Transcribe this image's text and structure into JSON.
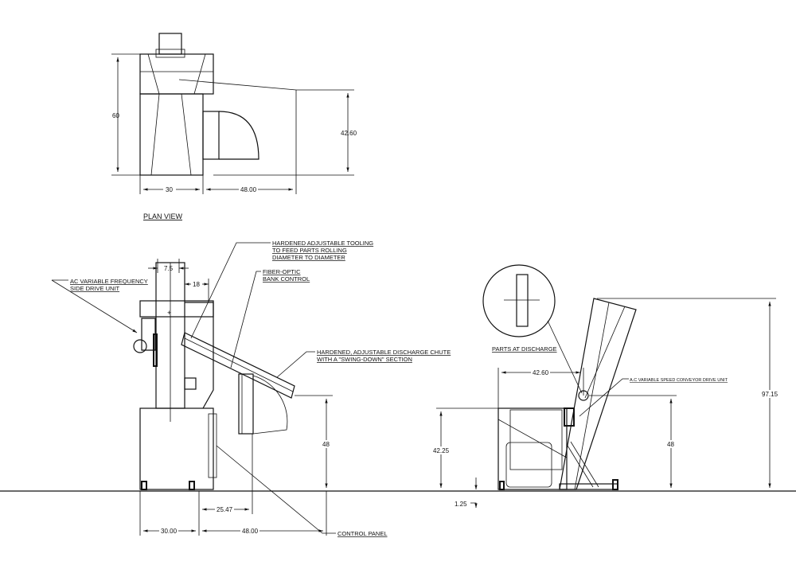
{
  "plan_view": {
    "title": "PLAN VIEW",
    "dims": {
      "height": "60",
      "offset": "42.60",
      "width_left": "30",
      "width_right": "48.00"
    }
  },
  "side_view": {
    "dims": {
      "top_width": "7.5",
      "hopper": "18",
      "discharge_height": "48",
      "chute_reach": "25.47",
      "base_width": "30.00",
      "overall_reach": "48.00"
    },
    "labels": {
      "drive_1": "AC VARIABLE FREQUENCY",
      "drive_2": "SIDE DRIVE UNIT",
      "tooling_1": "HARDENED ADJUSTABLE TOOLING",
      "tooling_2": "TO FEED PARTS ROLLING",
      "tooling_3": "DIAMETER TO DIAMETER",
      "fiber_1": "FIBER-OPTIC",
      "fiber_2": "BANK CONTROL",
      "chute_1": "HARDENED, ADJUSTABLE DISCHARGE CHUTE",
      "chute_2": "WITH A \"SWING-DOWN\" SECTION",
      "control_panel": "CONTROL PANEL"
    }
  },
  "end_view": {
    "dims": {
      "reach": "42.60",
      "base_height": "42.25",
      "discharge_height": "48",
      "overall_height": "97.15",
      "foot": "1.25"
    },
    "labels": {
      "parts": "PARTS AT DISCHARGE",
      "conveyor_drive": "A.C VARIABLE SPEED CONVEYOR DRIVE UNIT"
    }
  }
}
